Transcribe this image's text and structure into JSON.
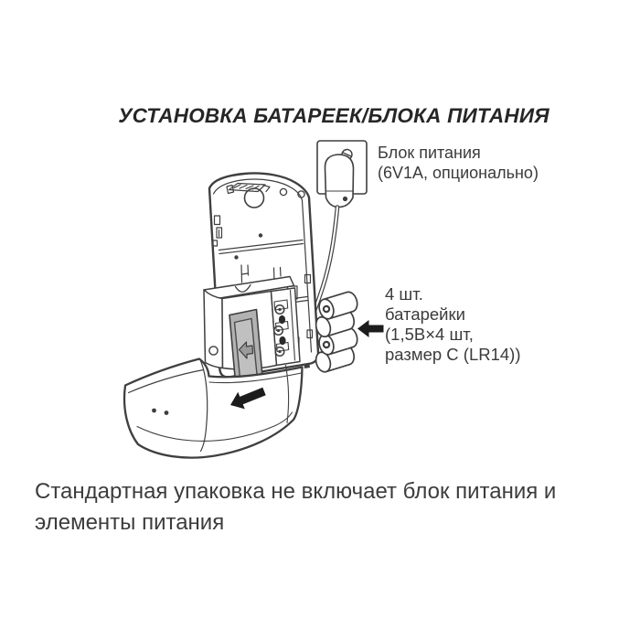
{
  "title": "УСТАНОВКА БАТАРЕЕК/БЛОКА ПИТАНИЯ",
  "callouts": {
    "power_supply": {
      "lines": [
        "Блок питания",
        "(6V1A, опционально)"
      ]
    },
    "batteries": {
      "lines": [
        "4 шт.",
        "батарейки",
        "(1,5В×4 шт,",
        "размер C (LR14))"
      ]
    }
  },
  "footer": {
    "lines": [
      "Стандартная упаковка не включает блок питания и",
      "элементы питания"
    ]
  },
  "illustration": {
    "description": "Exploded line drawing of wall dispenser: back plate opened, pump module with grey battery cover, four C-cell batteries inserted from the right, bottom cover slid off to lower left, optional mains adapter plugged into wall socket with cable to unit",
    "icons": [
      "wall-socket-icon",
      "power-plug-icon",
      "power-cable",
      "dispenser-back-plate",
      "pump-module",
      "battery-cover-panel",
      "battery-contacts",
      "c-cell-battery-stack",
      "insert-batteries-arrow",
      "slide-cover-arrow",
      "bottom-cover-shell"
    ]
  },
  "colors": {
    "background": "#ffffff",
    "line": "#3f3f3f",
    "text": "#3b3b3b",
    "panel_gray": "#b2b2b2",
    "arrow_black": "#1c1c1c"
  }
}
